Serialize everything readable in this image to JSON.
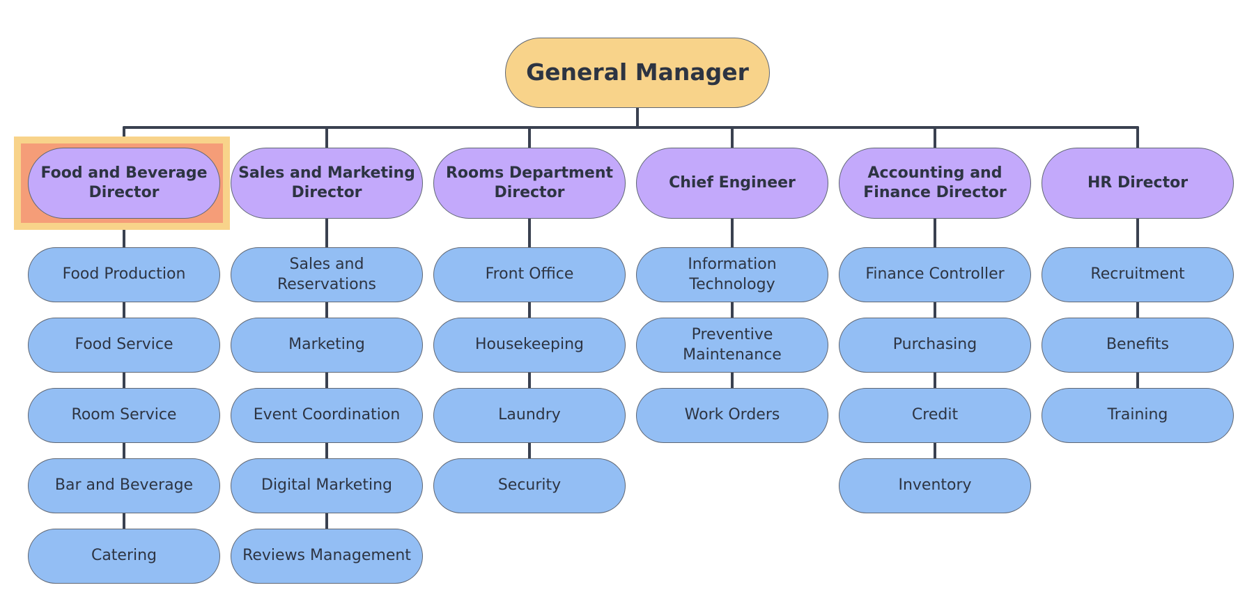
{
  "colors": {
    "root_fill": "#f8d38a",
    "director_fill": "#c3a9fb",
    "unit_fill": "#93bef4",
    "line": "#3a4150",
    "selection_outer": "#f8d38a",
    "selection_inner": "#f59d78"
  },
  "org": {
    "root": "General Manager",
    "selected_index": 0,
    "directors": [
      {
        "title": "Food and Beverage Director",
        "units": [
          "Food Production",
          "Food Service",
          "Room Service",
          "Bar and Beverage",
          "Catering"
        ]
      },
      {
        "title": "Sales and Marketing Director",
        "units": [
          "Sales and Reservations",
          "Marketing",
          "Event Coordination",
          "Digital Marketing",
          "Reviews Management"
        ]
      },
      {
        "title": "Rooms Department Director",
        "units": [
          "Front Office",
          "Housekeeping",
          "Laundry",
          "Security"
        ]
      },
      {
        "title": "Chief Engineer",
        "units": [
          "Information Technology",
          "Preventive Maintenance",
          "Work Orders"
        ]
      },
      {
        "title": "Accounting and Finance Director",
        "units": [
          "Finance Controller",
          "Purchasing",
          "Credit",
          "Inventory"
        ]
      },
      {
        "title": "HR Director",
        "units": [
          "Recruitment",
          "Benefits",
          "Training"
        ]
      }
    ]
  }
}
